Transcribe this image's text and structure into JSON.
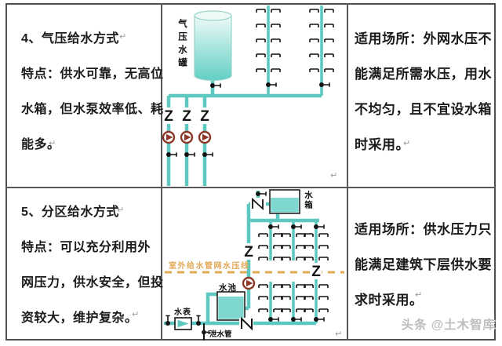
{
  "symbols": {
    "check_valve": "Z",
    "return_mark": "↵"
  },
  "colors": {
    "pipe": "#5cc8c0",
    "water": "#62cfc4",
    "pool_water": "#7ed8cf",
    "pump": "#8b3626",
    "pressure_line": "#e2a855",
    "border": "#4f4f4f",
    "watermark": "#bdbdbd"
  },
  "watermark": {
    "text": "头条 @土木智库"
  },
  "table": {
    "rows": [
      {
        "method": {
          "lines": [
            "4、气压给水方式",
            "特点：供水可靠，无高位",
            "水箱，但水泵效率低、耗",
            "能多。"
          ]
        },
        "diagram": {
          "tank_label": "气压水罐"
        },
        "application": {
          "lines": [
            "适用场所：外网水压不",
            "能满足所需水压，用水",
            "不均匀，且不宜设水箱",
            "时采用。"
          ]
        }
      },
      {
        "method": {
          "lines": [
            "5、分区给水方式",
            "特点：可以充分利用外",
            "网压力，供水安全，但投",
            "资较大，维护复杂。"
          ]
        },
        "diagram": {
          "tank_label": "水箱",
          "pool_label": "水池",
          "meter_label": "水表",
          "drain_label": "泄水管",
          "pressure_line_label": "室外给水管网水压线"
        },
        "application": {
          "lines": [
            "适用场所：供水压力只",
            "能满足建筑下层供水要",
            "求时采用。"
          ]
        }
      }
    ]
  }
}
